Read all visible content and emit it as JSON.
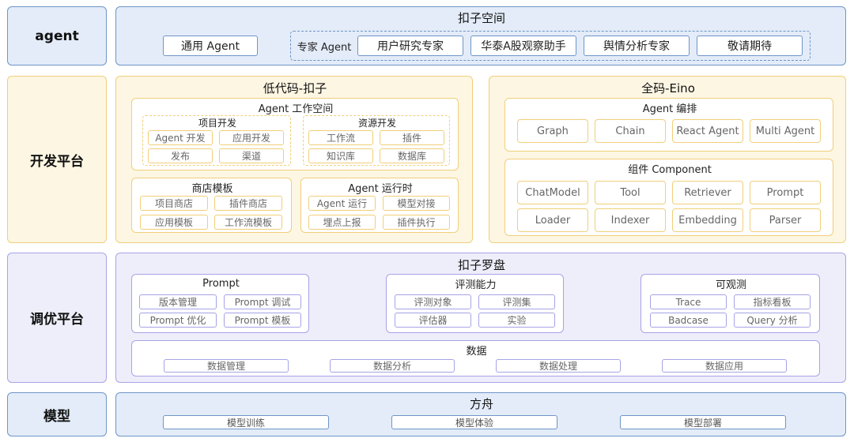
{
  "rows": {
    "agent": {
      "label": "agent",
      "panel_title": "扣子空间",
      "general": "通用 Agent",
      "expert_label": "专家 Agent",
      "experts": [
        "用户研究专家",
        "华泰A股观察助手",
        "舆情分析专家",
        "敬请期待"
      ]
    },
    "dev": {
      "label": "开发平台",
      "lowcode": {
        "title": "低代码-扣子",
        "workspace": {
          "title": "Agent 工作空间",
          "project": {
            "title": "项目开发",
            "items": [
              "Agent 开发",
              "应用开发",
              "发布",
              "渠道"
            ]
          },
          "resource": {
            "title": "资源开发",
            "items": [
              "工作流",
              "插件",
              "知识库",
              "数据库"
            ]
          }
        },
        "store": {
          "title": "商店模板",
          "items": [
            "项目商店",
            "插件商店",
            "应用模板",
            "工作流模板"
          ]
        },
        "runtime": {
          "title": "Agent 运行时",
          "items": [
            "Agent 运行",
            "模型对接",
            "埋点上报",
            "插件执行"
          ]
        }
      },
      "fullcode": {
        "title": "全码-Eino",
        "orchestration": {
          "title": "Agent 编排",
          "items": [
            "Graph",
            "Chain",
            "React Agent",
            "Multi Agent"
          ]
        },
        "component": {
          "title": "组件 Component",
          "items": [
            "ChatModel",
            "Tool",
            "Retriever",
            "Prompt",
            "Loader",
            "Indexer",
            "Embedding",
            "Parser"
          ]
        }
      }
    },
    "tune": {
      "label": "调优平台",
      "panel_title": "扣子罗盘",
      "prompt": {
        "title": "Prompt",
        "items": [
          "版本管理",
          "Prompt 调试",
          "Prompt 优化",
          "Prompt 模板"
        ]
      },
      "eval": {
        "title": "评测能力",
        "items": [
          "评测对象",
          "评测集",
          "评估器",
          "实验"
        ]
      },
      "observe": {
        "title": "可观测",
        "items": [
          "Trace",
          "指标看板",
          "Badcase",
          "Query 分析"
        ]
      },
      "data": {
        "title": "数据",
        "items": [
          "数据管理",
          "数据分析",
          "数据处理",
          "数据应用"
        ]
      }
    },
    "model": {
      "label": "模型",
      "panel_title": "方舟",
      "items": [
        "模型训练",
        "模型体验",
        "模型部署"
      ]
    }
  }
}
